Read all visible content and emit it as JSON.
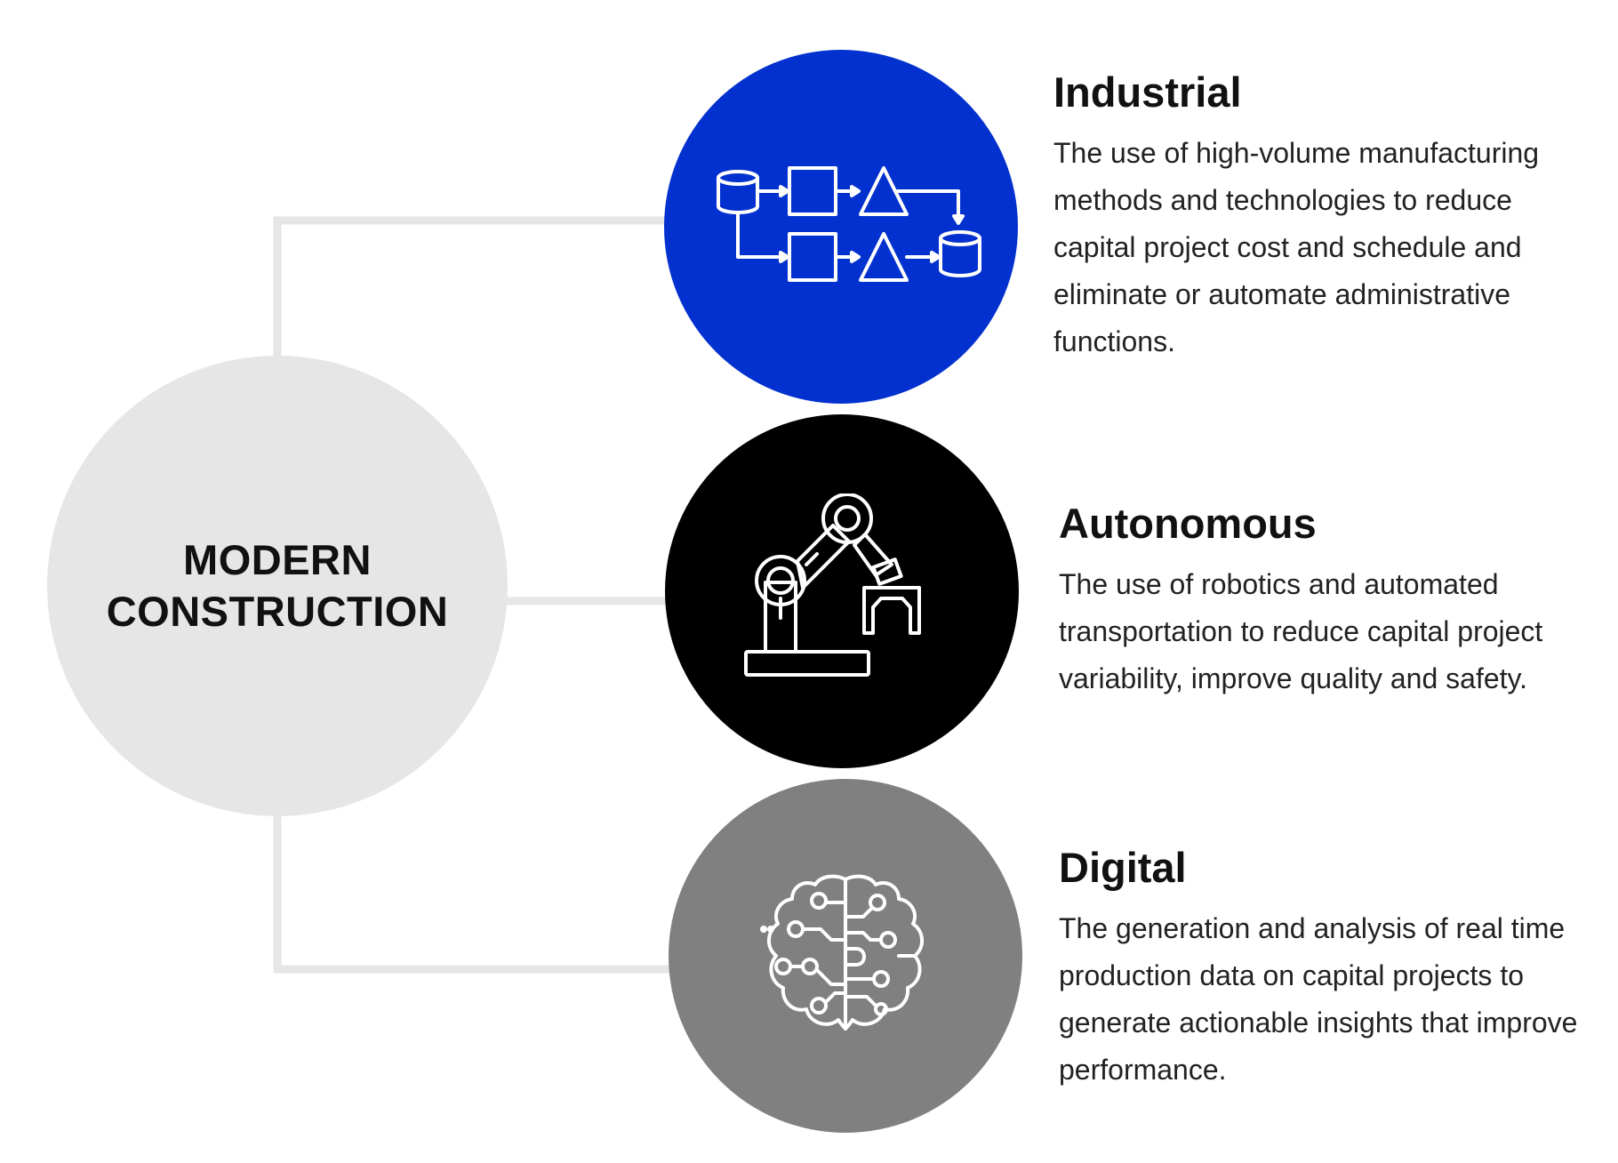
{
  "hub": {
    "title_line1": "MODERN",
    "title_line2": "CONSTRUCTION",
    "fill": "#e6e6e6"
  },
  "connector_color": "#e6e6e6",
  "pillars": [
    {
      "title": "Industrial",
      "description": "The use of high-volume manufacturing methods and technologies to reduce capital project cost and schedule and eliminate or automate administrative functions.",
      "fill": "#0331cf",
      "icon": "process-flow-icon"
    },
    {
      "title": "Autonomous",
      "description": "The use of robotics and automated transportation to reduce capital project variability, improve quality and safety.",
      "fill": "#000000",
      "icon": "robotic-arm-icon"
    },
    {
      "title": "Digital",
      "description": "The generation and analysis of real time production data on capital projects to generate actionable insights that improve performance.",
      "fill": "#808080",
      "icon": "brain-circuit-icon"
    }
  ]
}
